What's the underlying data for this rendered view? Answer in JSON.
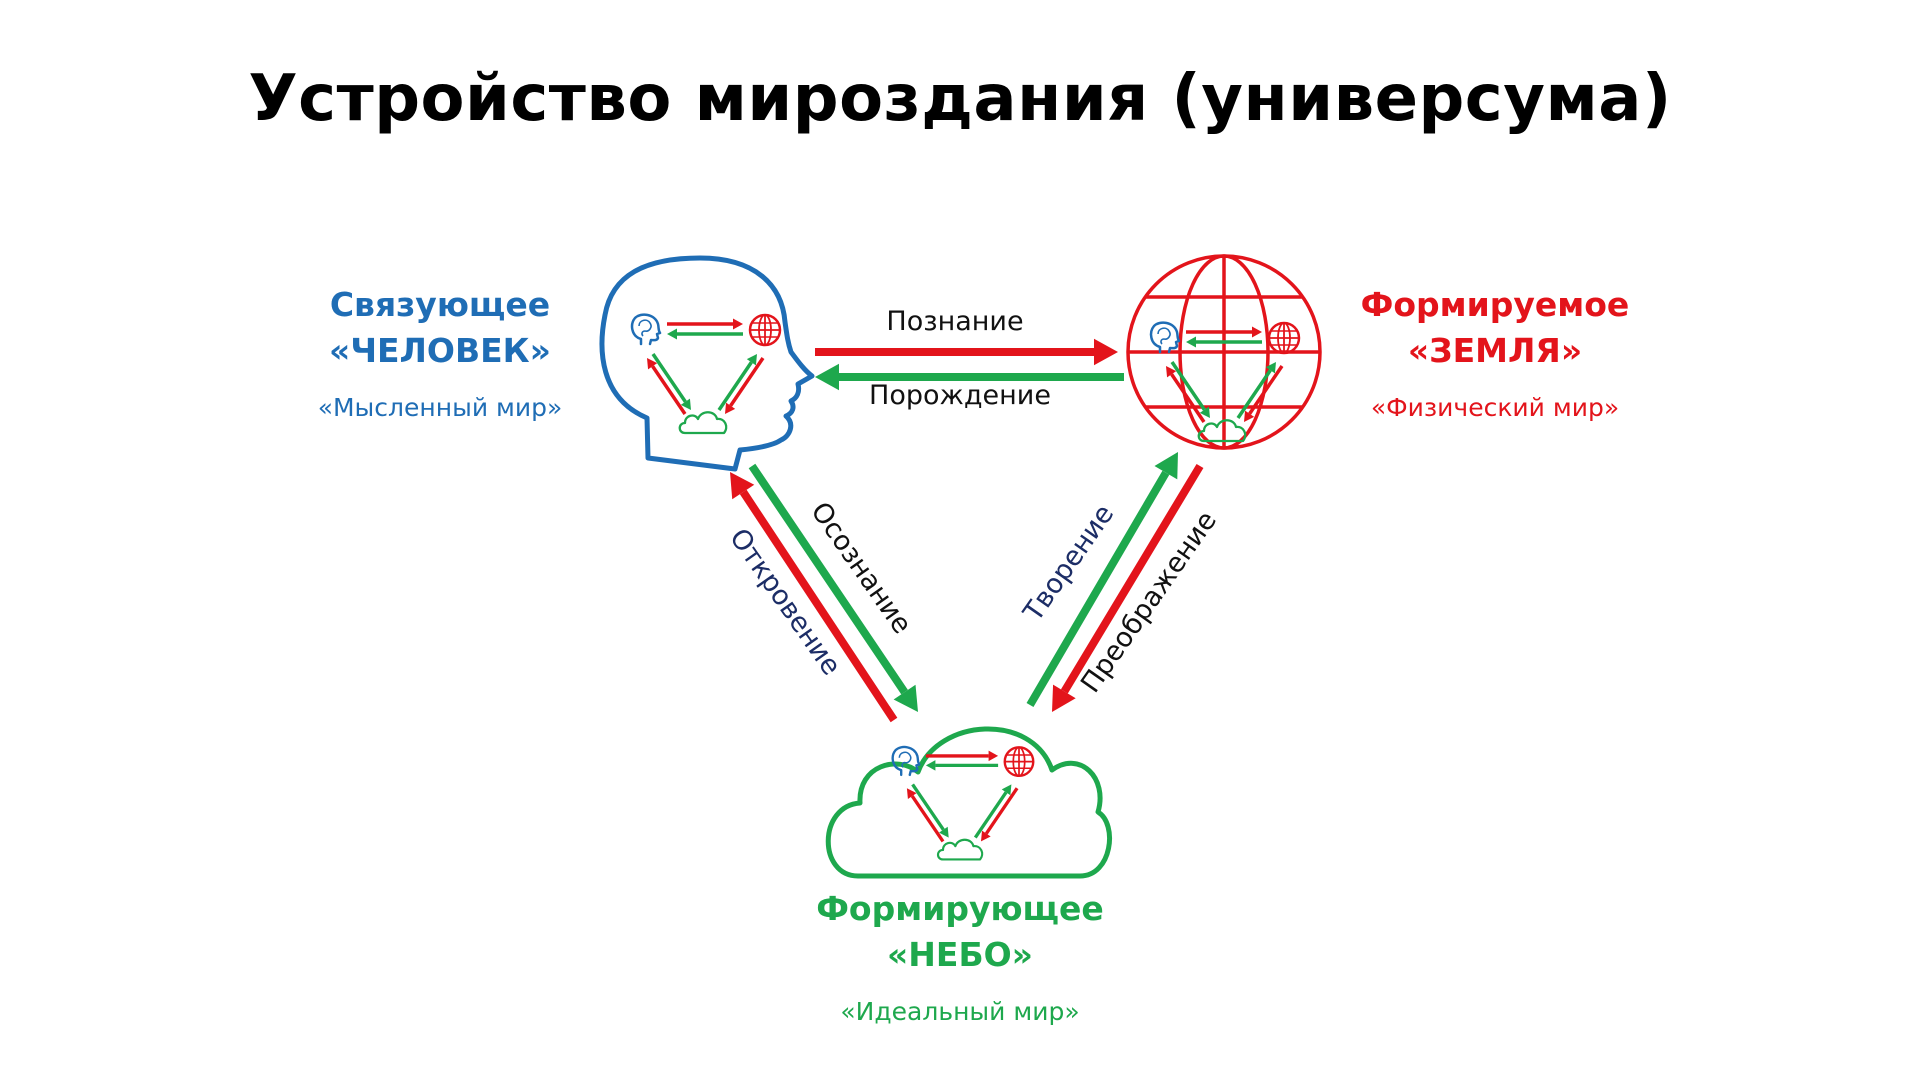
{
  "title": "Устройство мироздания (универсума)",
  "colors": {
    "human": "#1f6db5",
    "earth": "#e3141b",
    "heaven": "#1ea84d",
    "arrow_red": "#e3141b",
    "arrow_green": "#1ea84d",
    "edge_text_dark": "#111111",
    "edge_text_navy": "#1c2d66"
  },
  "nodes": {
    "human": {
      "line1": "Связующее",
      "line2": "«ЧЕЛОВЕК»",
      "subtitle": "«Мысленный мир»",
      "icon": "human-head-icon"
    },
    "earth": {
      "line1": "Формируемое",
      "line2": "«ЗЕМЛЯ»",
      "subtitle": "«Физический мир»",
      "icon": "globe-icon"
    },
    "heaven": {
      "line1": "Формирующее",
      "line2": "«НЕБО»",
      "subtitle": "«Идеальный мир»",
      "icon": "cloud-icon"
    }
  },
  "edges": {
    "cognition": "Познание",
    "generation": "Порождение",
    "awareness": "Осознание",
    "revelation": "Откровение",
    "creation": "Творение",
    "transformation": "Преображение"
  }
}
